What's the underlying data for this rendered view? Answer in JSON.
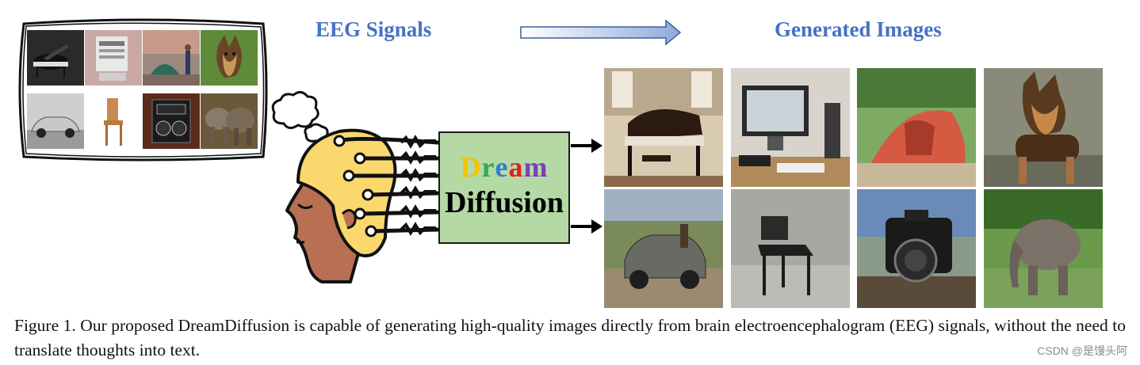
{
  "figure": {
    "header": {
      "eeg_label": "EEG Signals",
      "generated_label": "Generated Images"
    },
    "model_box": {
      "title_letters": [
        {
          "char": "D",
          "color": "#f2c400"
        },
        {
          "char": "r",
          "color": "#3aa655"
        },
        {
          "char": "e",
          "color": "#2f7fd1"
        },
        {
          "char": "a",
          "color": "#e02020"
        },
        {
          "char": "m",
          "color": "#7b3fb5"
        }
      ],
      "subtitle": "Diffusion"
    },
    "thought_images": [
      "piano",
      "computer",
      "tent",
      "dog",
      "car",
      "chair",
      "camera",
      "elephants"
    ],
    "generated_images": [
      "piano",
      "computer",
      "tent",
      "dog",
      "car",
      "chair",
      "camera",
      "elephant"
    ],
    "colors": {
      "label_blue": "#4472c4",
      "model_fill": "#b4d9a5",
      "brain_yellow": "#fbd86e",
      "face_brown": "#b86f52"
    }
  },
  "caption": "Figure 1. Our proposed DreamDiffusion is capable of generating high-quality images directly from brain electroencephalogram (EEG) signals, without the need to translate thoughts into text.",
  "watermark": "CSDN @是馒头阿"
}
